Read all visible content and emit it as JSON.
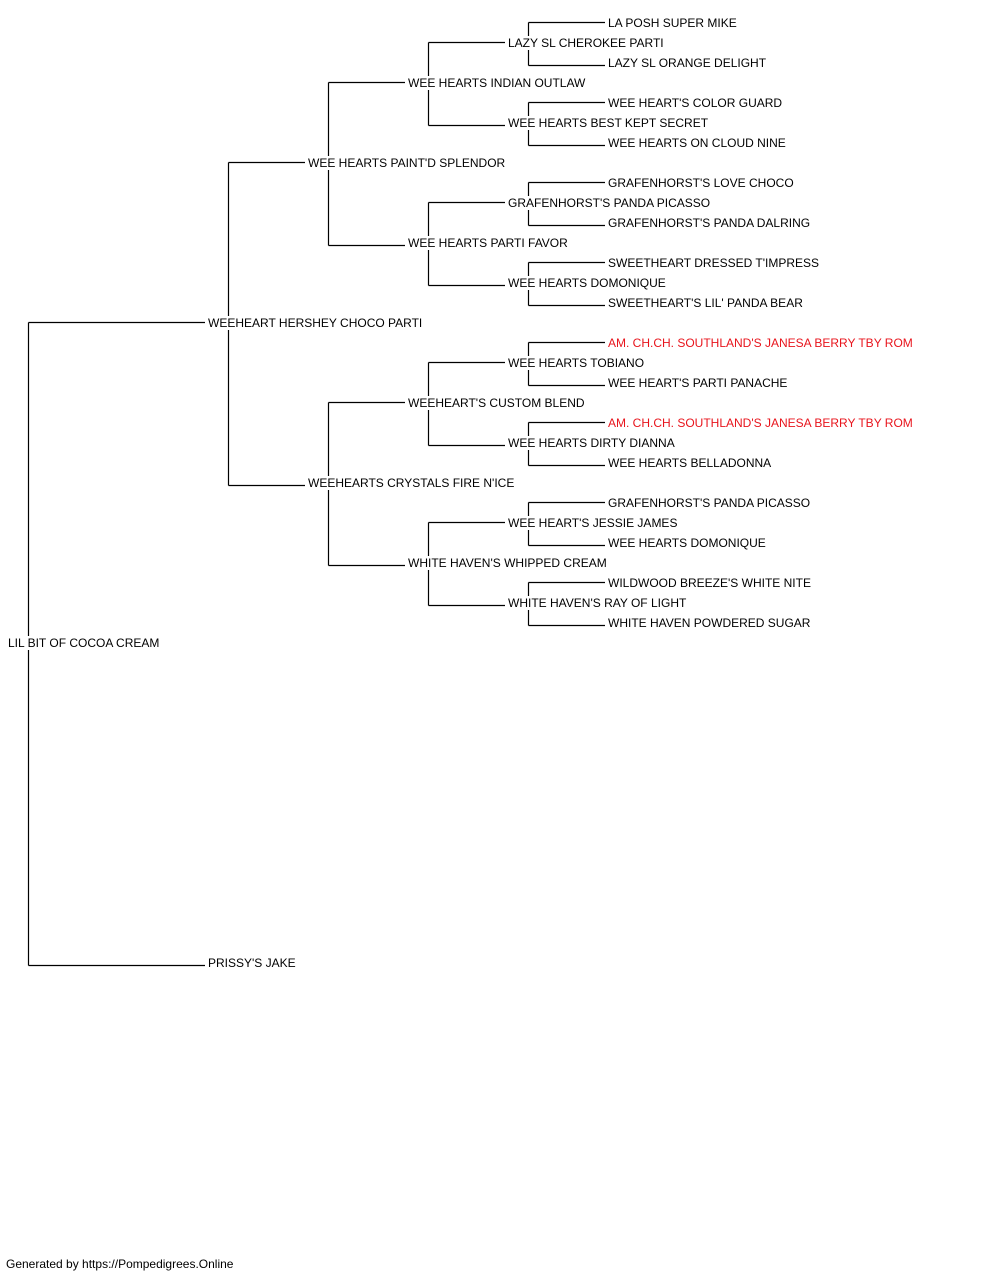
{
  "colors": {
    "line": "#000000",
    "text": "#000000",
    "highlight": "#e8141c"
  },
  "pedigree": {
    "subject": "LIL BIT OF COCOA CREAM",
    "sire": "WEEHEART HERSHEY CHOCO PARTI",
    "dam": "PRISSY'S JAKE",
    "s": "WEE HEARTS PAINT'D SPLENDOR",
    "d": "WEEHEARTS CRYSTALS FIRE N'ICE",
    "ss": "WEE HEARTS INDIAN OUTLAW",
    "sd": "WEE HEARTS PARTI FAVOR",
    "ds": "WEEHEART'S CUSTOM BLEND",
    "dd": "WHITE HAVEN'S WHIPPED CREAM",
    "sss": "LAZY SL CHEROKEE PARTI",
    "ssd": "WEE HEARTS BEST KEPT SECRET",
    "sds": "GRAFENHORST'S PANDA PICASSO",
    "sdd": "WEE HEARTS DOMONIQUE",
    "dss": "WEE HEARTS TOBIANO",
    "dsd": "WEE HEARTS DIRTY DIANNA",
    "dds": "WEE HEART'S JESSIE JAMES",
    "ddd": "WHITE HAVEN'S RAY OF LIGHT",
    "ssss": "LA POSH SUPER MIKE",
    "sssd": "LAZY SL ORANGE DELIGHT",
    "ssds": "WEE HEART'S COLOR GUARD",
    "ssdd": "WEE HEARTS ON CLOUD NINE",
    "sdss": "GRAFENHORST'S LOVE CHOCO",
    "sdsd": "GRAFENHORST'S PANDA DALRING",
    "sdds": "SWEETHEART DRESSED T'IMPRESS",
    "sddd": "SWEETHEART'S LIL' PANDA BEAR",
    "dsss": "AM. CH.CH. SOUTHLAND'S JANESA BERRY TBY ROM",
    "dssd": "WEE HEART'S PARTI PANACHE",
    "dsds": "AM. CH.CH. SOUTHLAND'S JANESA BERRY TBY ROM",
    "dsdd": "WEE HEARTS BELLADONNA",
    "ddss": "GRAFENHORST'S PANDA PICASSO",
    "ddsd": "WEE HEARTS DOMONIQUE",
    "ddds": "WILDWOOD BREEZE'S WHITE NITE",
    "dddd": "WHITE HAVEN POWDERED SUGAR"
  },
  "footer": "Generated by https://Pompedigrees.Online"
}
